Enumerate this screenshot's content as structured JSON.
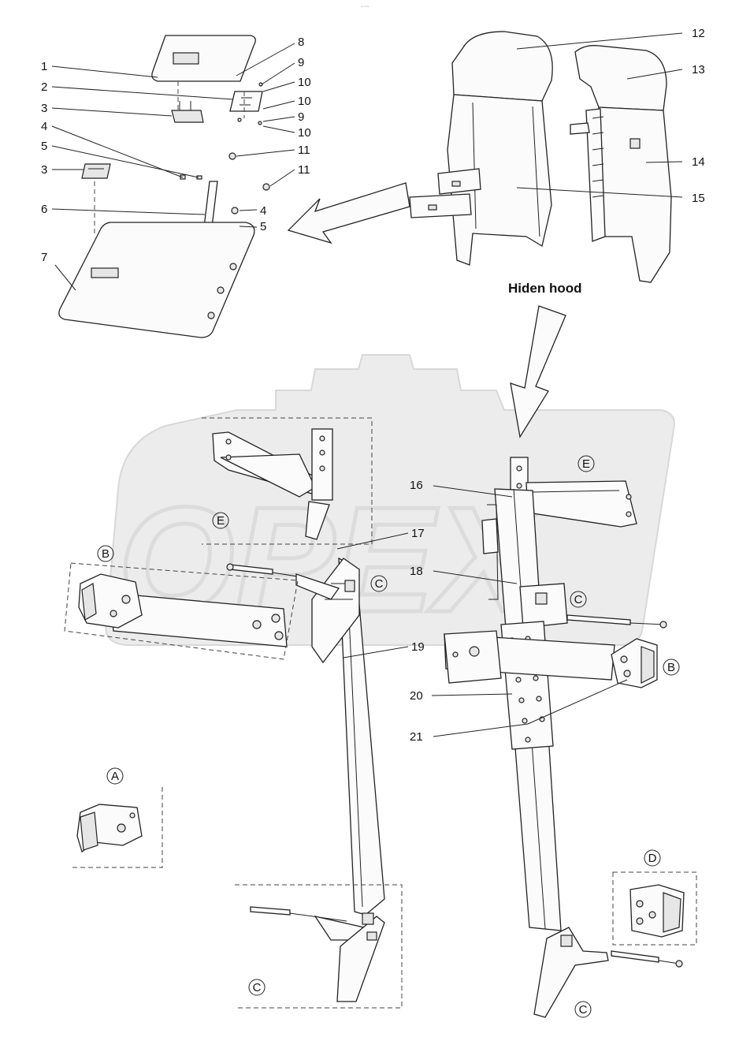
{
  "header": {
    "mark": "~ ~~"
  },
  "watermark": {
    "text": "OPEX"
  },
  "caption": {
    "hidden_hood": "Hiden hood"
  },
  "callouts": {
    "n1": "1",
    "n2": "2",
    "n3a": "3",
    "n3b": "3",
    "n4a": "4",
    "n4b": "4",
    "n5a": "5",
    "n5b": "5",
    "n6": "6",
    "n7": "7",
    "n8": "8",
    "n9a": "9",
    "n9b": "9",
    "n10a": "10",
    "n10b": "10",
    "n10c": "10",
    "n11a": "11",
    "n11b": "11",
    "n12": "12",
    "n13": "13",
    "n14": "14",
    "n15": "15",
    "n16": "16",
    "n17": "17",
    "n18": "18",
    "n19": "19",
    "n20": "20",
    "n21": "21"
  },
  "detail_markers": {
    "a": "A",
    "b_left": "B",
    "b_right": "B",
    "c_left_top": "C",
    "c_left_bottom": "C",
    "c_right_top": "C",
    "c_right_bottom": "C",
    "d": "D",
    "e_left": "E",
    "e_right": "E"
  }
}
